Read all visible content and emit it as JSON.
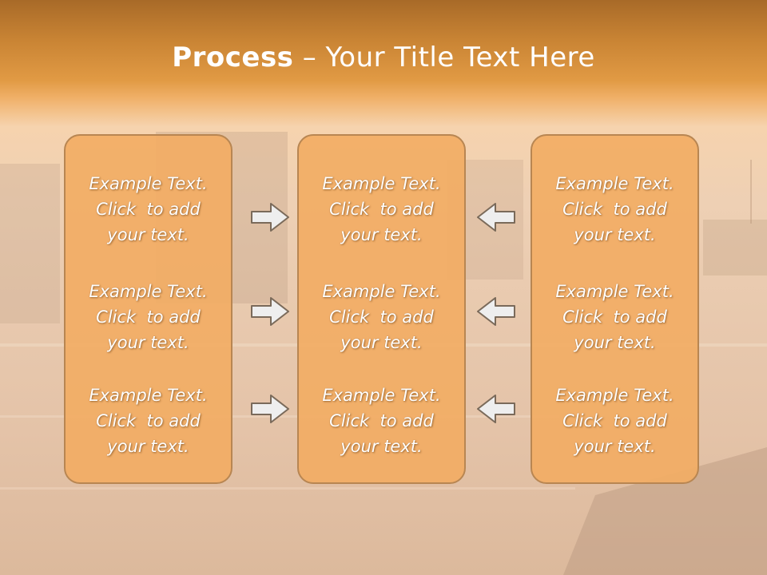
{
  "slide": {
    "title_bold": "Process",
    "title_rest": " – Your Title Text Here"
  },
  "columns": [
    {
      "items": [
        {
          "l1": "Example Text.",
          "l2": "Click  to add",
          "l3": "your text."
        },
        {
          "l1": "Example Text.",
          "l2": "Click  to add",
          "l3": "your text."
        },
        {
          "l1": "Example Text.",
          "l2": "Click  to add",
          "l3": "your text."
        }
      ]
    },
    {
      "items": [
        {
          "l1": "Example Text.",
          "l2": "Click  to add",
          "l3": "your text."
        },
        {
          "l1": "Example Text.",
          "l2": "Click  to add",
          "l3": "your text."
        },
        {
          "l1": "Example Text.",
          "l2": "Click  to add",
          "l3": "your text."
        }
      ]
    },
    {
      "items": [
        {
          "l1": "Example Text.",
          "l2": "Click  to add",
          "l3": "your text."
        },
        {
          "l1": "Example Text.",
          "l2": "Click  to add",
          "l3": "your text."
        },
        {
          "l1": "Example Text.",
          "l2": "Click  to add",
          "l3": "your text."
        }
      ]
    }
  ],
  "arrows": {
    "left_column": "arrow-right-icon",
    "right_column": "arrow-left-icon"
  },
  "colors": {
    "title_bar": "#e19a44",
    "box_fill": "#f2ac64",
    "box_border": "#b88652",
    "arrow_fill": "#eeeeee",
    "arrow_stroke": "#7a6a5a",
    "text": "#ffffff"
  }
}
